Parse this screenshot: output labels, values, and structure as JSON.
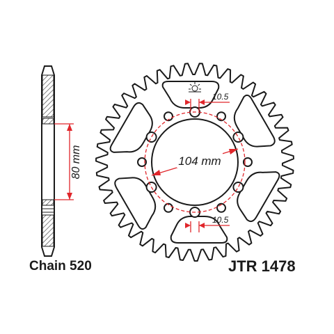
{
  "labels": {
    "chain": "Chain 520",
    "part_number": "JTR 1478",
    "pcd": "104 mm",
    "bolt_hole": "10.5",
    "bolt_hole_lower": "10.5",
    "side_height": "80 mm"
  },
  "sprocket": {
    "teeth": 43,
    "bolts": 6,
    "cutouts": 6
  },
  "colors": {
    "outline": "#1a1a1a",
    "dimension": "#e0262b",
    "hatch": "#333333"
  },
  "icons": {
    "sun_symbol": "sun-icon"
  }
}
